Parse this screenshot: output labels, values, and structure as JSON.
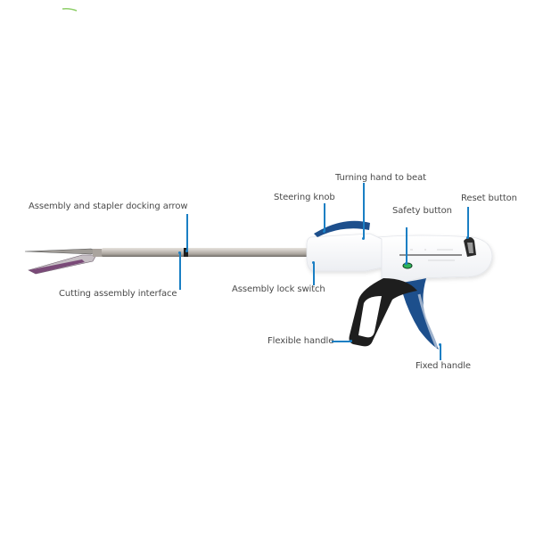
{
  "diagram": {
    "subject": "Laparoscopic linear cutter stapler",
    "colors": {
      "leader_line": "#1a7fc4",
      "label_text": "#4a4a4a",
      "handle_blue": "#1d4f8c",
      "handle_black": "#1e1e1e",
      "shaft_silver": "#b9b4ae",
      "body_white": "#ffffff",
      "safety_green": "#2fb35a",
      "jaw_purple": "#7a4a78"
    },
    "labels": [
      {
        "id": "docking-arrow",
        "text": "Assembly and stapler docking arrow"
      },
      {
        "id": "cutting-interface",
        "text": "Cutting assembly interface"
      },
      {
        "id": "steering-knob",
        "text": "Steering knob"
      },
      {
        "id": "turning-hand",
        "text": "Turning hand to beat"
      },
      {
        "id": "safety-button",
        "text": "Safety button"
      },
      {
        "id": "reset-button",
        "text": "Reset button"
      },
      {
        "id": "lock-switch",
        "text": "Assembly lock switch"
      },
      {
        "id": "flexible-handle",
        "text": "Flexible handle"
      },
      {
        "id": "fixed-handle",
        "text": "Fixed handle"
      }
    ]
  }
}
